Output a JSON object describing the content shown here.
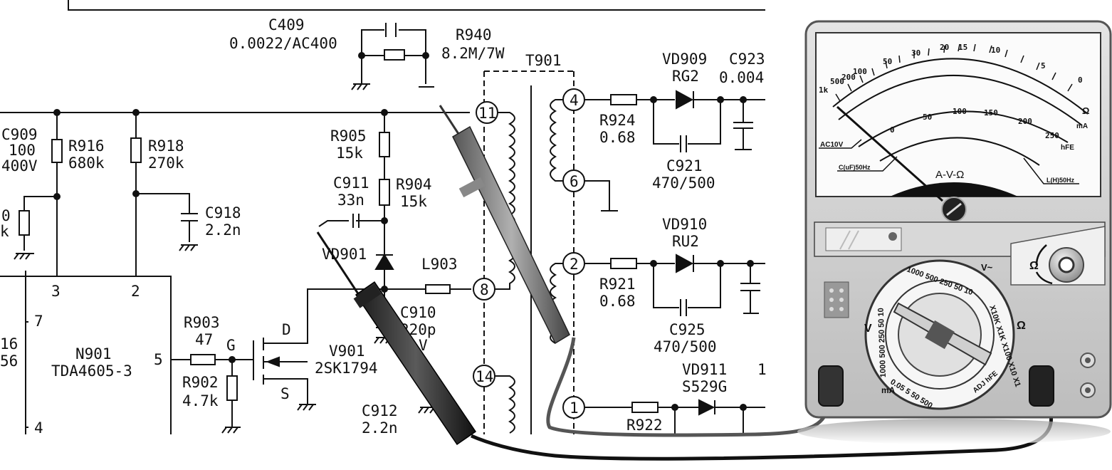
{
  "schematic": {
    "C409": {
      "ref": "C409",
      "value": "0.0022/AC400"
    },
    "R940": {
      "ref": "R940",
      "value": "8.2M/7W"
    },
    "T901": {
      "ref": "T901"
    },
    "VD909": {
      "ref": "VD909",
      "type": "RG2"
    },
    "C923": {
      "ref": "C923",
      "value": "0.004"
    },
    "C909": {
      "ref": "C909",
      "value1": "100",
      "value2": "400V"
    },
    "R916": {
      "ref": "R916",
      "value": "680k"
    },
    "R918": {
      "ref": "R918",
      "value": "270k"
    },
    "R905": {
      "ref": "R905",
      "value": "15k"
    },
    "C911": {
      "ref": "C911",
      "value": "33n"
    },
    "R904": {
      "ref": "R904",
      "value": "15k"
    },
    "C918": {
      "ref": "C918",
      "value": "2.2n"
    },
    "R924": {
      "ref": "R924",
      "value": "0.68"
    },
    "C921": {
      "ref": "C921",
      "value": "470/500"
    },
    "VD910": {
      "ref": "VD910",
      "type": "RU2"
    },
    "R921": {
      "ref": "R921",
      "value": "0.68"
    },
    "C925": {
      "ref": "C925",
      "value": "470/500"
    },
    "VD911": {
      "ref": "VD911",
      "type": "S529G"
    },
    "R922": {
      "ref": "R922"
    },
    "L903": {
      "ref": "L903"
    },
    "C910": {
      "ref": "C910",
      "value": "220p",
      "voltage": "V"
    },
    "V901": {
      "ref": "V901",
      "type": "2SK1794"
    },
    "VD901": {
      "ref": "VD901"
    },
    "R903": {
      "ref": "R903",
      "value": "47"
    },
    "R902": {
      "ref": "R902",
      "value": "4.7k"
    },
    "C912": {
      "ref": "C912",
      "value": "2.2n"
    },
    "N901": {
      "ref": "N901",
      "type": "TDA4605-3"
    },
    "pins": {
      "ic3": "3",
      "ic2": "2",
      "ic5": "5",
      "ic7": "7",
      "ic4": "4",
      "t11": "11",
      "t8": "8",
      "t14": "14",
      "t4": "4",
      "t6": "6",
      "t2": "2",
      "t1": "1"
    },
    "fet": {
      "drain": "D",
      "gate": "G",
      "source": "S"
    },
    "cut": {
      "left_16": "16",
      "left_56": "56",
      "left_0": "0",
      "left_k": "k",
      "right_1": "1"
    }
  },
  "meter": {
    "scale_title": "A-V-Ω",
    "ac_label": "AC10V",
    "cap_label": "C(uF)50Hz",
    "l_label": "L(H)50Hz",
    "hfe_label": "hFE",
    "ohm_top": [
      "1k",
      "500",
      "200",
      "100",
      "50",
      "30",
      "20",
      "15",
      "10",
      "5",
      "0"
    ],
    "mid_scale": [
      "0",
      "50",
      "100",
      "150",
      "200",
      "250"
    ],
    "mid_unit": "Ω",
    "unit_mA": "mA",
    "dial": {
      "left_V": "V",
      "right_ohm": "Ω",
      "ma_label": "mA",
      "top_ranges": "1000 500 250 50 10",
      "ohm_ranges": "X10K X1K X100 X10 X1",
      "v_ranges": "1000 500 250 50 10",
      "ma_ranges": "0.05 5 50 500",
      "adj": "ADJ hFE",
      "v_tilde": "V~"
    },
    "ohm_adjust_label": "Ω"
  }
}
